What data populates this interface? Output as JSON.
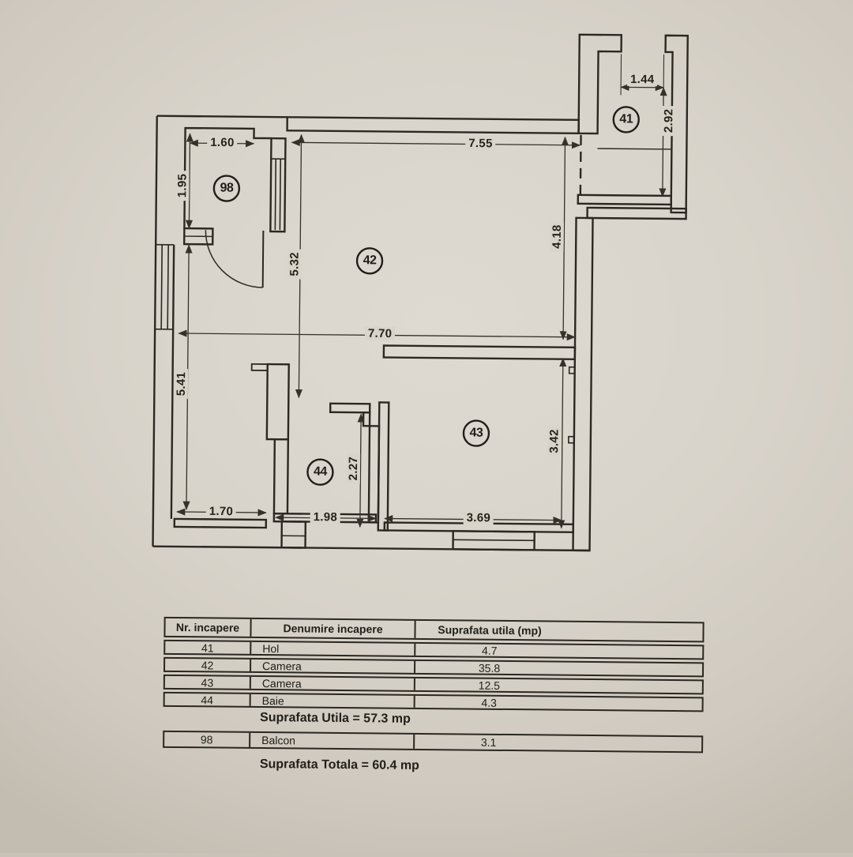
{
  "colors": {
    "paper": "#d8d4ca",
    "paper_edge": "#c3bcb1",
    "ink": "#2b2822",
    "dim_line": "#35312a"
  },
  "plan": {
    "room_labels": {
      "r98": "98",
      "r42": "42",
      "r41": "41",
      "r43": "43",
      "r44": "44"
    },
    "dims": {
      "w160": "1.60",
      "h195": "1.95",
      "w755": "7.55",
      "h532": "5.32",
      "h418": "4.18",
      "w144": "1.44",
      "h292": "2.92",
      "w770": "7.70",
      "h541": "5.41",
      "w170": "1.70",
      "w198": "1.98",
      "h227": "2.27",
      "w369": "3.69",
      "h342": "3.42"
    }
  },
  "table": {
    "headers": {
      "nr": "Nr. incapere",
      "name": "Denumire incapere",
      "area": "Suprafata utila (mp)"
    },
    "rows": [
      {
        "nr": "41",
        "name": "Hol",
        "area": "4.7"
      },
      {
        "nr": "42",
        "name": "Camera",
        "area": "35.8"
      },
      {
        "nr": "43",
        "name": "Camera",
        "area": "12.5"
      },
      {
        "nr": "44",
        "name": "Baie",
        "area": "4.3"
      }
    ],
    "balcony_row": {
      "nr": "98",
      "name": "Balcon",
      "area": "3.1"
    },
    "subtotal": "Suprafata Utila = 57.3 mp",
    "total": "Suprafata Totala = 60.4 mp"
  }
}
